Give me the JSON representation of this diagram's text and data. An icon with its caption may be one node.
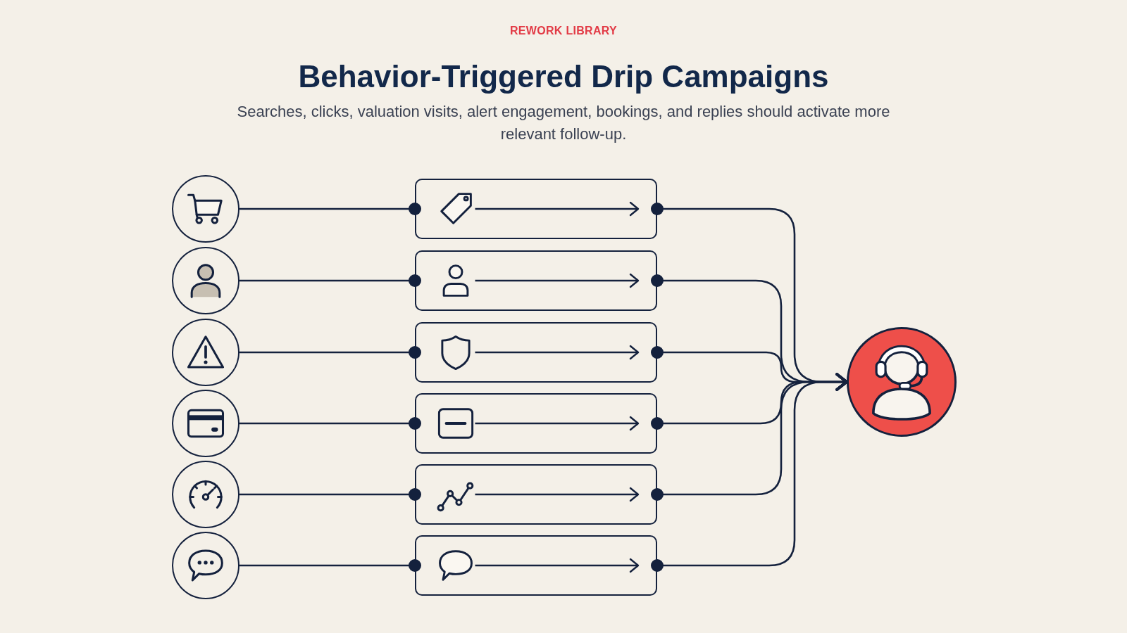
{
  "diagram": {
    "title": "Behavior-Triggered Drip Campaigns",
    "nodes": [
      {
        "text": [],
        "shape": "circle"
      },
      {
        "text": [],
        "shape": "circle"
      },
      {
        "text": [],
        "shape": "circle"
      },
      {
        "text": [],
        "shape": "circle"
      },
      {
        "text": [],
        "shape": "circle"
      },
      {
        "text": [],
        "shape": "circle"
      },
      {
        "text": [],
        "shape": "box"
      },
      {
        "text": [],
        "shape": "box"
      },
      {
        "text": [],
        "shape": "box"
      },
      {
        "text": [],
        "shape": "box"
      },
      {
        "text": [],
        "shape": "box"
      },
      {
        "text": [],
        "shape": "box"
      },
      {
        "text": [],
        "shape": "circle"
      },
      {
        "text": [],
        "shape": "picture",
        "in": 6
      },
      {
        "text": [],
        "shape": "picture",
        "in": 7
      },
      {
        "text": [],
        "shape": "shield",
        "in": 8
      },
      {
        "text": [],
        "shape": "picture",
        "in": 9
      },
      {
        "text": [],
        "shape": "picture",
        "in": 10
      },
      {
        "text": [],
        "shape": "picture",
        "in": 11
      }
    ],
    "edges": [
      {
        "from": 0,
        "to": 6,
        "arrow": "other"
      },
      {
        "from": 1,
        "to": 7,
        "arrow": "other"
      },
      {
        "from": 2,
        "to": 8,
        "arrow": "other"
      },
      {
        "from": 3,
        "to": 9,
        "arrow": "other"
      },
      {
        "from": 4,
        "to": 10,
        "arrow": "other"
      },
      {
        "from": 5,
        "to": 11,
        "arrow": "other"
      },
      {
        "from": 6,
        "to": 12,
        "arrow": "to"
      },
      {
        "from": 7,
        "to": 12,
        "arrow": "to"
      },
      {
        "from": 8,
        "to": 12,
        "arrow": "to"
      },
      {
        "from": 9,
        "to": 12,
        "arrow": "to"
      },
      {
        "from": 10,
        "to": 12,
        "arrow": "to"
      },
      {
        "from": 11,
        "to": 12,
        "arrow": "to"
      },
      {
        "from": 13,
        "to": null,
        "arrow": "to"
      },
      {
        "from": 14,
        "to": null,
        "arrow": "to"
      },
      {
        "from": 15,
        "to": null,
        "arrow": "to"
      },
      {
        "from": 16,
        "to": null,
        "arrow": "to"
      },
      {
        "from": 17,
        "to": null,
        "arrow": "to"
      },
      {
        "from": 18,
        "to": null,
        "arrow": "to"
      }
    ],
    "labels": [
      "REWORK LIBRARY",
      "Searches, clicks, valuation visits, alert engagement, bookings, and replies should activate more relevant follow-up."
    ]
  }
}
